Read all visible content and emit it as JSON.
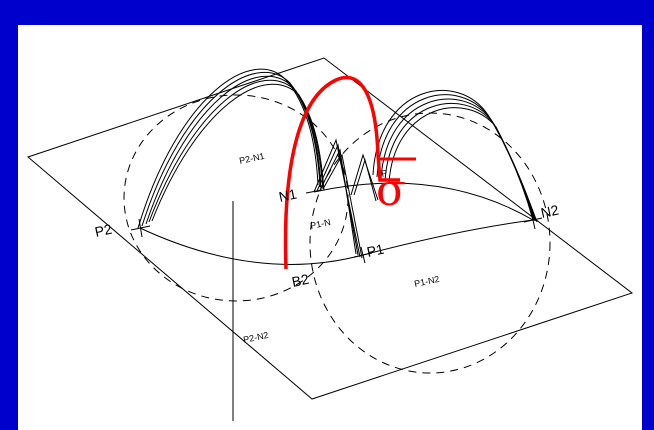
{
  "labels": {
    "p2": "P2",
    "n1": "N1",
    "p1": "P1",
    "n2": "N2",
    "b2": "B2",
    "p2_n1": "P2-N1",
    "p1_n": "P1-N",
    "p1_n2": "P1-N2",
    "p2_n2": "P2-N2",
    "p_small": "P"
  },
  "sigma": {
    "symbol": "σ"
  },
  "colors": {
    "background": "#0000cc",
    "canvas": "#ffffff",
    "lines": "#000000",
    "highlight": "#ff0000"
  }
}
